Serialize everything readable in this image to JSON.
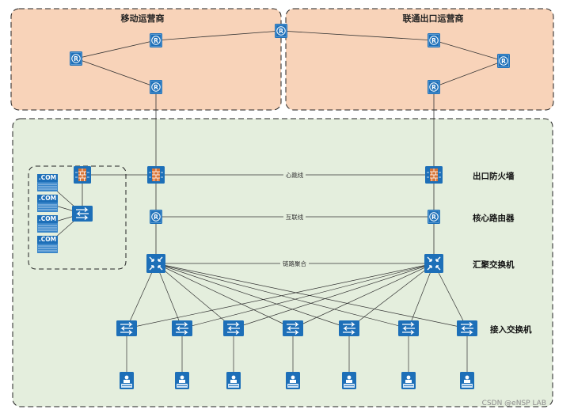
{
  "zones": {
    "mobile": "移动运营商",
    "unicom": "联通出口运营商"
  },
  "layers": {
    "firewall": "出口防火墙",
    "core": "核心路由器",
    "aggregation": "汇聚交换机",
    "access": "接入交换机"
  },
  "links": {
    "heartbeat": "心跳线",
    "interconnect": "互联线",
    "link_aggregation": "链路聚合"
  },
  "servers": {
    "label": ".COM"
  },
  "watermark": "CSDN @eNSP LAB",
  "colors": {
    "isp_fill": "#f8d3b9",
    "campus_fill": "#e4eedd",
    "device_blue": "#1d6fb8",
    "firewall_orange": "#d87437"
  }
}
